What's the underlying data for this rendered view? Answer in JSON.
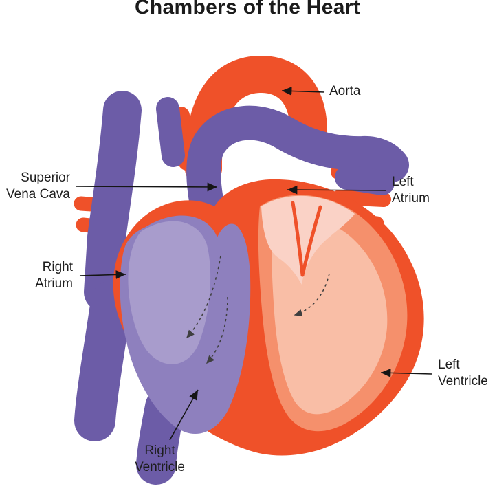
{
  "title": "Chambers of the Heart",
  "callouts": [
    {
      "id": "aorta",
      "lines": [
        "Aorta"
      ]
    },
    {
      "id": "superior-vena-cava",
      "lines": [
        "Superior",
        "Vena Cava"
      ]
    },
    {
      "id": "left-atrium",
      "lines": [
        "Left",
        "Atrium"
      ]
    },
    {
      "id": "right-atrium",
      "lines": [
        "Right",
        "Atrium"
      ]
    },
    {
      "id": "left-ventricle",
      "lines": [
        "Left",
        "Ventricle"
      ]
    },
    {
      "id": "right-ventricle",
      "lines": [
        "Right",
        "Ventricle"
      ]
    }
  ],
  "colors": {
    "heart_orange": "#EF5129",
    "left_ventricle_pink": "#F9BEA6",
    "left_atrium_pale_pink": "#FAD2C6",
    "vessel_purple": "#6C5CA7",
    "right_ventricle_purple": "#8E80BE",
    "right_atrium_purple": "#A89CCC",
    "pointer_line": "#151515",
    "label_text": "#1D1D1D"
  }
}
